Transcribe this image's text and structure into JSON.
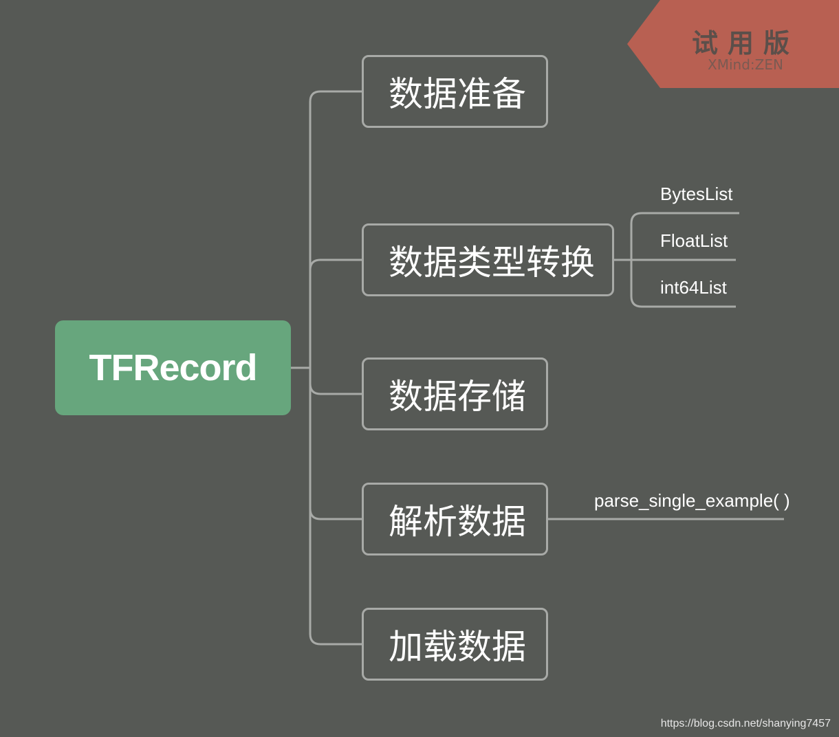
{
  "root": {
    "label": "TFRecord"
  },
  "topics": [
    {
      "id": "data-prep",
      "label": "数据准备"
    },
    {
      "id": "type-convert",
      "label": "数据类型转换"
    },
    {
      "id": "data-store",
      "label": "数据存储"
    },
    {
      "id": "parse-data",
      "label": "解析数据"
    },
    {
      "id": "load-data",
      "label": "加载数据"
    }
  ],
  "subtopics": {
    "type_convert": [
      "BytesList",
      "FloatList",
      "int64List"
    ],
    "parse_data": [
      "parse_single_example( )"
    ]
  },
  "badge": {
    "title": "试用版",
    "subtitle": "XMind:ZEN"
  },
  "watermark": "https://blog.csdn.net/shanying7457",
  "colors": {
    "background": "#565955",
    "root_fill": "#67a67d",
    "connector": "#a8aaa7",
    "badge_fill": "#b86052"
  }
}
